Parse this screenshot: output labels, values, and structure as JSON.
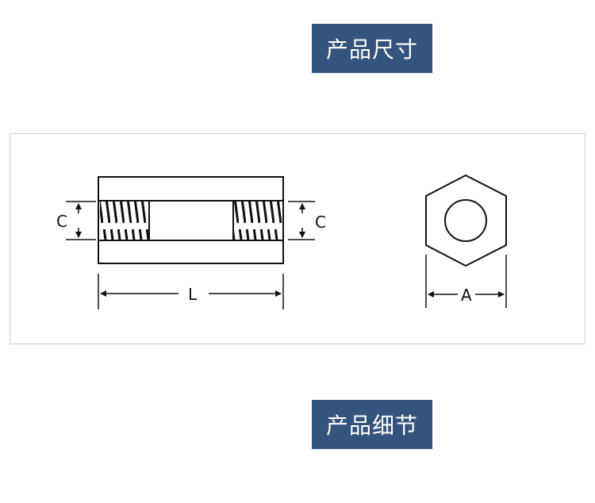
{
  "header": {
    "title": "产品尺寸"
  },
  "diagram": {
    "side_view": {
      "labels": {
        "thread_left": "C",
        "thread_right": "C",
        "length": "L"
      }
    },
    "end_view": {
      "labels": {
        "across_flats": "A"
      }
    }
  },
  "footer": {
    "title": "产品细节"
  }
}
